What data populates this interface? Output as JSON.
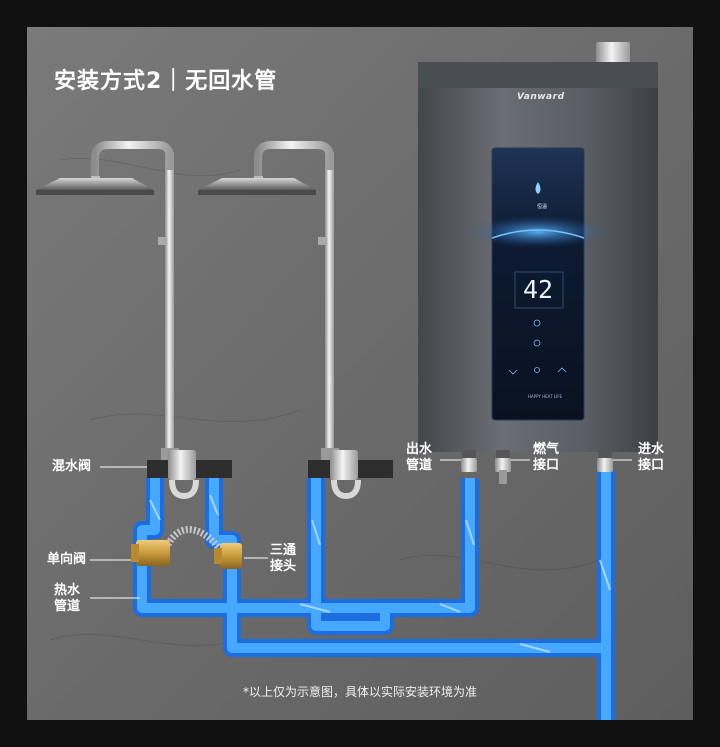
{
  "title": "安装方式2｜无回水管",
  "brand": "Vanward",
  "display": {
    "temperature": "42",
    "mode": "恒温",
    "footer": "HAPPY HEAT LIFE"
  },
  "labels": {
    "mixing_valve": "混水阀",
    "check_valve": "单向阀",
    "hot_pipe": [
      "热水",
      "管道"
    ],
    "tee_joint": [
      "三通",
      "接头"
    ],
    "outlet_pipe": [
      "出水",
      "管道"
    ],
    "gas_port": [
      "燃气",
      "接口"
    ],
    "inlet_port": [
      "进水",
      "接口"
    ]
  },
  "disclaimer": "*以上仅为示意图，具体以实际安装环境为准",
  "colors": {
    "water_pipe": "#2f8fff",
    "wall": "#6e6e6e",
    "heater_body": "#5c5f66",
    "valve_brass": "#c89a3c"
  }
}
